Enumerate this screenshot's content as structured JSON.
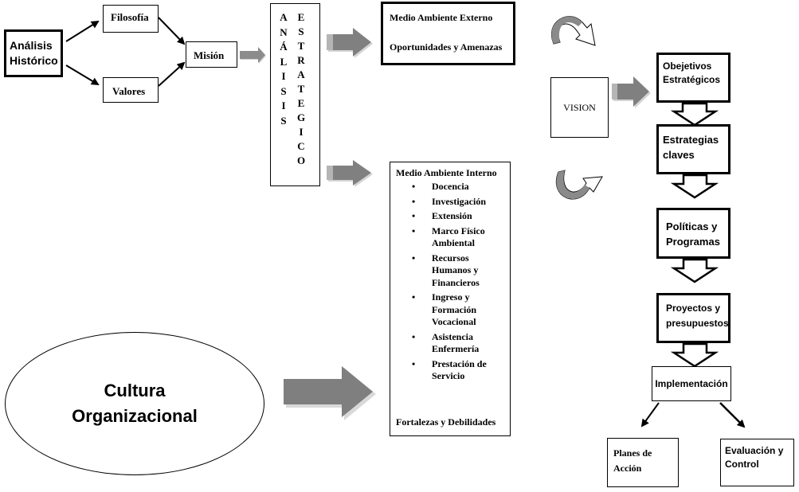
{
  "analisis_historico": [
    "Análisis",
    "Histórico"
  ],
  "filosofia": "Filosofía",
  "valores": "Valores",
  "mision": "Misión",
  "analisis_estrategico": {
    "col1": [
      "A",
      "N",
      "Á",
      "L",
      "I",
      "S",
      "I",
      "S"
    ],
    "col2": [
      "E",
      "S",
      "T",
      "R",
      "A",
      "T",
      "E",
      "G",
      "I",
      "C",
      "O"
    ]
  },
  "externo": {
    "title": "Medio Ambiente Externo",
    "subtitle": "Oportunidades y Amenazas"
  },
  "interno": {
    "title": "Medio Ambiente Interno",
    "items": [
      "Docencia",
      "Investigación",
      "Extensión",
      "Marco Físico Ambiental",
      "Recursos Humanos y Financieros",
      "Ingreso y Formación Vocacional",
      "Asistencia Enfermería",
      "Prestación de Servicio"
    ],
    "footer": "Fortalezas y Debilidades"
  },
  "vision": "VISION",
  "objetivos": [
    "Obejetivos",
    "Estratégicos"
  ],
  "estrategias": [
    "Estrategias",
    "claves"
  ],
  "politicas": [
    "Políticas y",
    "Programas"
  ],
  "proyectos": [
    "Proyectos y",
    "presupuestos"
  ],
  "implementacion": "Implementación",
  "planes": [
    "Planes de",
    "Acción"
  ],
  "evaluacion": [
    "Evaluación y",
    "Control"
  ],
  "cultura": [
    "Cultura",
    "Organizacional"
  ],
  "colors": {
    "line": "#000000",
    "arrow_fill": "#7f7f7f",
    "arrow_shadow": "#cfcfcf",
    "background": "#ffffff"
  }
}
